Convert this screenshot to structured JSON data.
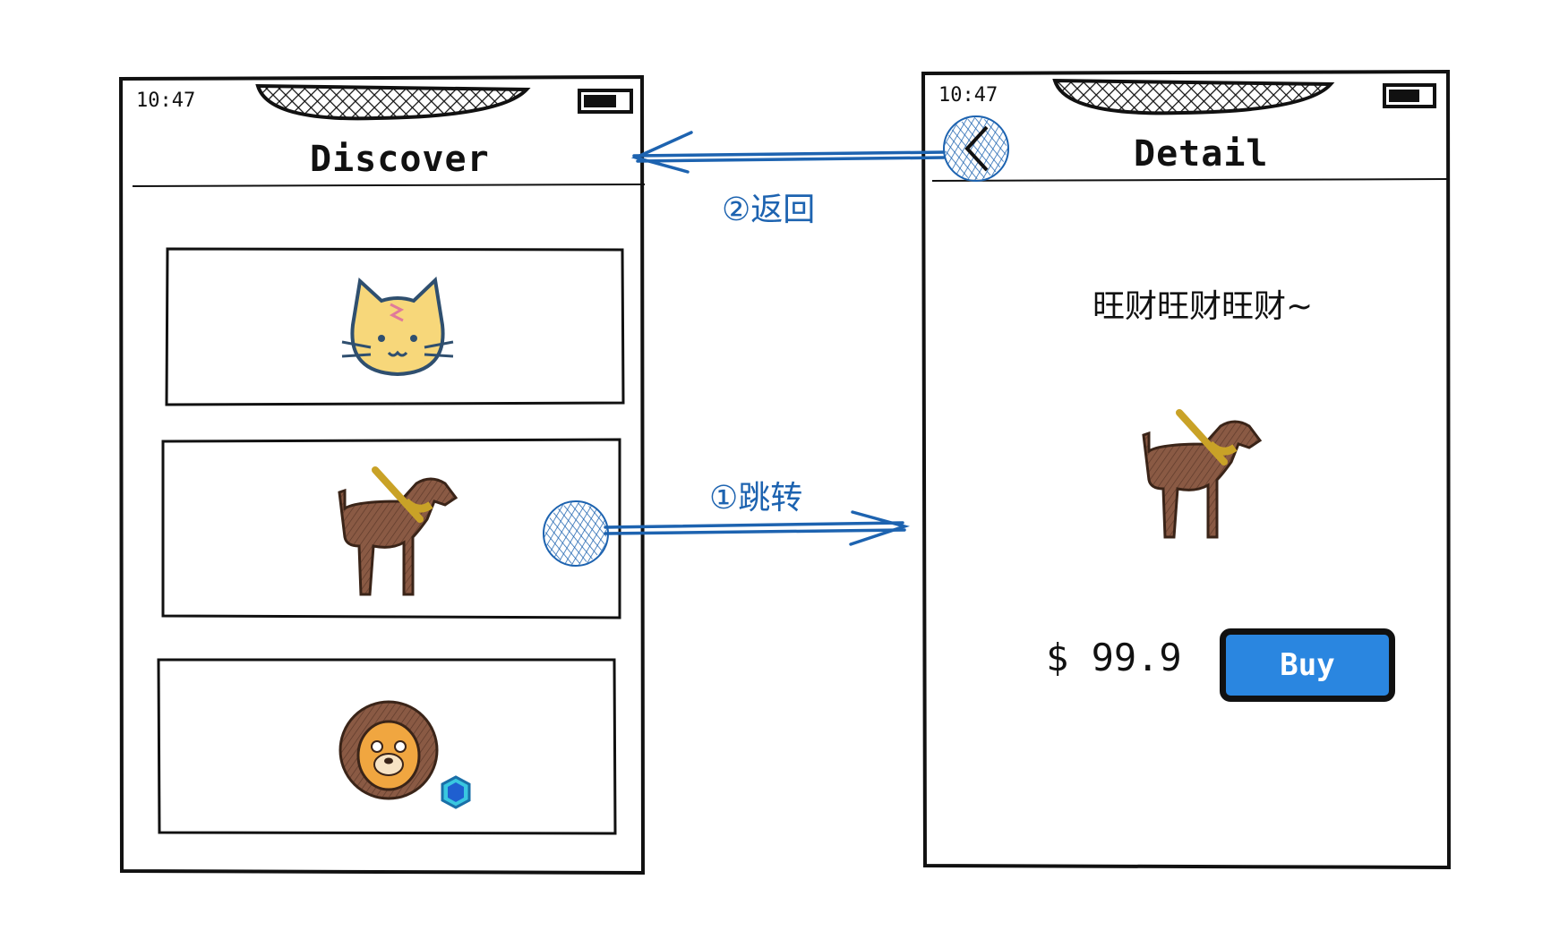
{
  "discover": {
    "time": "10:47",
    "title": "Discover",
    "cards": [
      {
        "icon": "cat-icon"
      },
      {
        "icon": "dog-icon"
      },
      {
        "icon": "lion-icon"
      }
    ]
  },
  "detail": {
    "time": "10:47",
    "title": "Detail",
    "name": "旺财旺财旺财~",
    "price": "$ 99.9",
    "buy_label": "Buy"
  },
  "arrows": {
    "navigate_label": "①跳转",
    "back_label": "②返回",
    "color": "#1d63b0"
  }
}
